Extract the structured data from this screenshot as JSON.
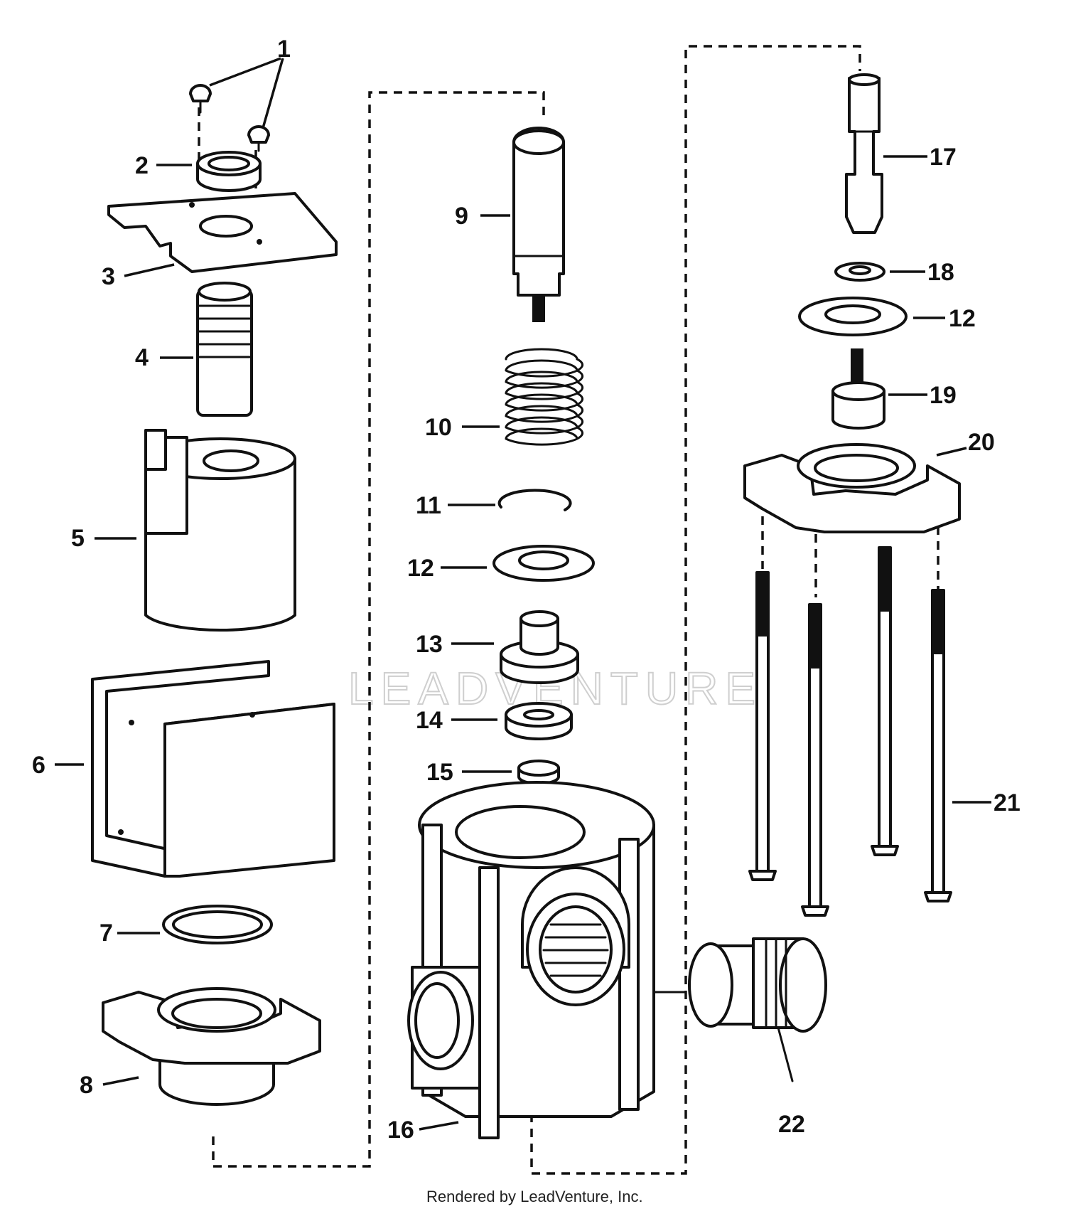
{
  "watermark": "LEADVENTURE",
  "footer": "Rendered by LeadVenture, Inc.",
  "callouts": {
    "p1": "1",
    "p2": "2",
    "p3": "3",
    "p4": "4",
    "p5": "5",
    "p6": "6",
    "p7": "7",
    "p8": "8",
    "p9": "9",
    "p10": "10",
    "p11": "11",
    "p12a": "12",
    "p12b": "12",
    "p13": "13",
    "p14": "14",
    "p15": "15",
    "p16": "16",
    "p17": "17",
    "p18": "18",
    "p19": "19",
    "p20": "20",
    "p21": "21",
    "p22": "22"
  }
}
